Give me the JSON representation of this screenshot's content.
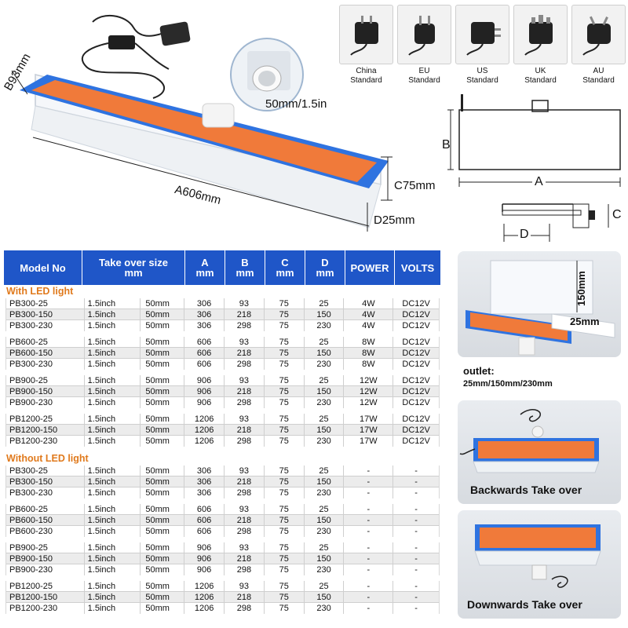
{
  "product_dims": {
    "b": "B93mm",
    "a": "A606mm",
    "c": "C75mm",
    "d": "D25mm",
    "pipe": "50mm/1.5in"
  },
  "adapters": [
    {
      "name": "China",
      "line2": "Standard",
      "icon": "china-plug-icon"
    },
    {
      "name": "EU",
      "line2": "Standard",
      "icon": "eu-plug-icon"
    },
    {
      "name": "US",
      "line2": "Standard",
      "icon": "us-plug-icon"
    },
    {
      "name": "UK",
      "line2": "Standard",
      "icon": "uk-plug-icon"
    },
    {
      "name": "AU",
      "line2": "Standard",
      "icon": "au-plug-icon"
    }
  ],
  "drawing_labels": {
    "a": "A",
    "b": "B",
    "c": "C",
    "d": "D"
  },
  "table": {
    "headers": [
      {
        "line1": "Model No",
        "line2": ""
      },
      {
        "line1": "Take over size",
        "line2": "mm"
      },
      {
        "line1": "A",
        "line2": "mm"
      },
      {
        "line1": "B",
        "line2": "mm"
      },
      {
        "line1": "C",
        "line2": "mm"
      },
      {
        "line1": "D",
        "line2": "mm"
      },
      {
        "line1": "POWER",
        "line2": ""
      },
      {
        "line1": "VOLTS",
        "line2": ""
      }
    ],
    "sections": [
      {
        "title": "With LED light",
        "groups": [
          [
            [
              "PB300-25",
              "1.5inch",
              "50mm",
              "306",
              "93",
              "75",
              "25",
              "4W",
              "DC12V"
            ],
            [
              "PB300-150",
              "1.5inch",
              "50mm",
              "306",
              "218",
              "75",
              "150",
              "4W",
              "DC12V"
            ],
            [
              "PB300-230",
              "1.5inch",
              "50mm",
              "306",
              "298",
              "75",
              "230",
              "4W",
              "DC12V"
            ]
          ],
          [
            [
              "PB600-25",
              "1.5inch",
              "50mm",
              "606",
              "93",
              "75",
              "25",
              "8W",
              "DC12V"
            ],
            [
              "PB600-150",
              "1.5inch",
              "50mm",
              "606",
              "218",
              "75",
              "150",
              "8W",
              "DC12V"
            ],
            [
              "PB300-230",
              "1.5inch",
              "50mm",
              "606",
              "298",
              "75",
              "230",
              "8W",
              "DC12V"
            ]
          ],
          [
            [
              "PB900-25",
              "1.5inch",
              "50mm",
              "906",
              "93",
              "75",
              "25",
              "12W",
              "DC12V"
            ],
            [
              "PB900-150",
              "1.5inch",
              "50mm",
              "906",
              "218",
              "75",
              "150",
              "12W",
              "DC12V"
            ],
            [
              "PB900-230",
              "1.5inch",
              "50mm",
              "906",
              "298",
              "75",
              "230",
              "12W",
              "DC12V"
            ]
          ],
          [
            [
              "PB1200-25",
              "1.5inch",
              "50mm",
              "1206",
              "93",
              "75",
              "25",
              "17W",
              "DC12V"
            ],
            [
              "PB1200-150",
              "1.5inch",
              "50mm",
              "1206",
              "218",
              "75",
              "150",
              "17W",
              "DC12V"
            ],
            [
              "PB1200-230",
              "1.5inch",
              "50mm",
              "1206",
              "298",
              "75",
              "230",
              "17W",
              "DC12V"
            ]
          ]
        ]
      },
      {
        "title": "Without LED light",
        "groups": [
          [
            [
              "PB300-25",
              "1.5inch",
              "50mm",
              "306",
              "93",
              "75",
              "25",
              "-",
              "-"
            ],
            [
              "PB300-150",
              "1.5inch",
              "50mm",
              "306",
              "218",
              "75",
              "150",
              "-",
              "-"
            ],
            [
              "PB300-230",
              "1.5inch",
              "50mm",
              "306",
              "298",
              "75",
              "230",
              "-",
              "-"
            ]
          ],
          [
            [
              "PB600-25",
              "1.5inch",
              "50mm",
              "606",
              "93",
              "75",
              "25",
              "-",
              "-"
            ],
            [
              "PB600-150",
              "1.5inch",
              "50mm",
              "606",
              "218",
              "75",
              "150",
              "-",
              "-"
            ],
            [
              "PB600-230",
              "1.5inch",
              "50mm",
              "606",
              "298",
              "75",
              "230",
              "-",
              "-"
            ]
          ],
          [
            [
              "PB900-25",
              "1.5inch",
              "50mm",
              "906",
              "93",
              "75",
              "25",
              "-",
              "-"
            ],
            [
              "PB900-150",
              "1.5inch",
              "50mm",
              "906",
              "218",
              "75",
              "150",
              "-",
              "-"
            ],
            [
              "PB900-230",
              "1.5inch",
              "50mm",
              "906",
              "298",
              "75",
              "230",
              "-",
              "-"
            ]
          ],
          [
            [
              "PB1200-25",
              "1.5inch",
              "50mm",
              "1206",
              "93",
              "75",
              "25",
              "-",
              "-"
            ],
            [
              "PB1200-150",
              "1.5inch",
              "50mm",
              "1206",
              "218",
              "75",
              "150",
              "-",
              "-"
            ],
            [
              "PB1200-230",
              "1.5inch",
              "50mm",
              "1206",
              "298",
              "75",
              "230",
              "-",
              "-"
            ]
          ]
        ]
      }
    ]
  },
  "photos": {
    "outlet_150": "150mm",
    "outlet_25": "25mm",
    "outlet_title": "outlet:",
    "outlet_values": "25mm/150mm/230mm",
    "backwards": "Backwards Take over",
    "downwards": "Downwards Take over"
  },
  "colors": {
    "header_blue": "#1f56c8",
    "section_orange": "#e07a1d",
    "panel_orange": "#f07a3a"
  }
}
